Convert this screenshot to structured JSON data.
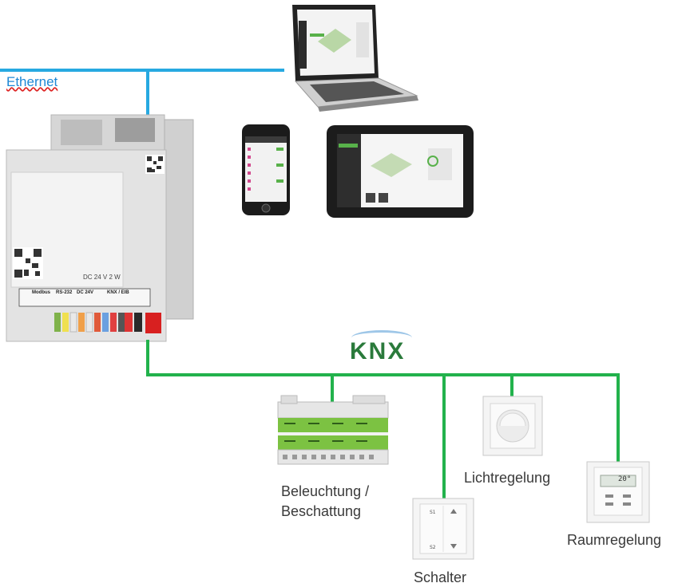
{
  "network": {
    "ethernet_label": "Ethernet",
    "bus_label": "KNX"
  },
  "gateway": {
    "power_label": "DC 24 V 2 W",
    "terminal_labels": [
      "Modbus",
      "RS-232",
      "DC 24V",
      "KNX / EIB"
    ]
  },
  "devices": {
    "lighting": "Beleuchtung /",
    "shading": "Beschattung",
    "light_control": "Lichtregelung",
    "switch": "Schalter",
    "room_control": "Raumregelung"
  },
  "display": {
    "thermostat_reading": "20°"
  },
  "colors": {
    "ethernet": "#27a9e1",
    "knx_bus": "#22b24c"
  }
}
